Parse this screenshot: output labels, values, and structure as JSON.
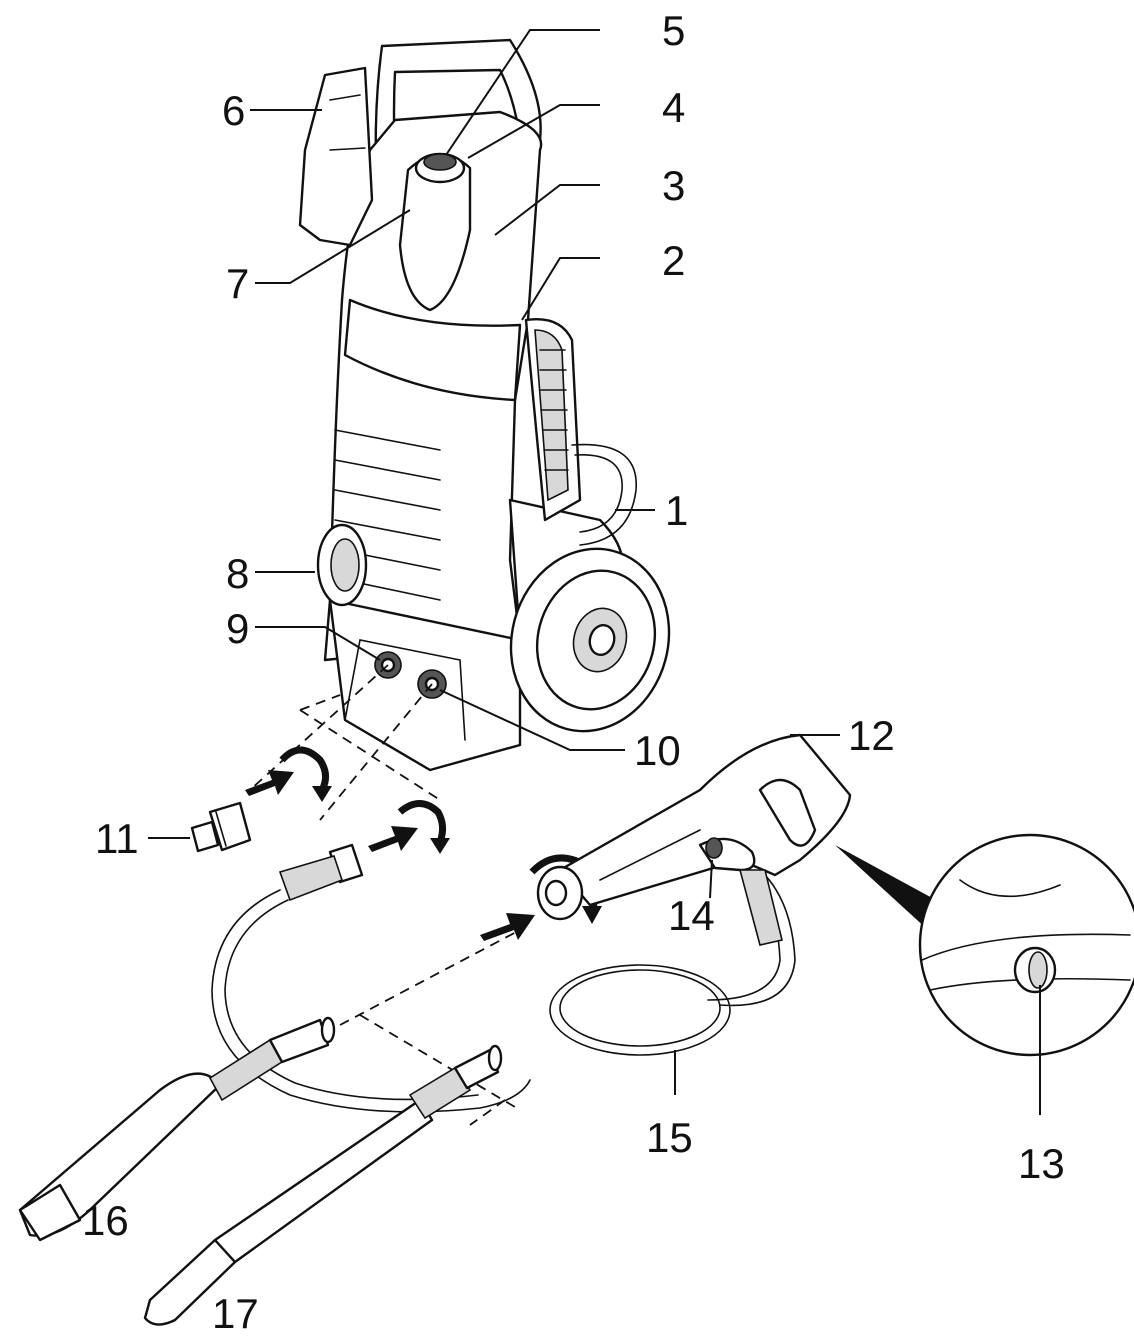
{
  "callouts": {
    "c1": "1",
    "c2": "2",
    "c3": "3",
    "c4": "4",
    "c5": "5",
    "c6": "6",
    "c7": "7",
    "c8": "8",
    "c9": "9",
    "c10": "10",
    "c11": "11",
    "c12": "12",
    "c13": "13",
    "c14": "14",
    "c15": "15",
    "c16": "16",
    "c17": "17"
  },
  "colors": {
    "ink": "#111111",
    "paper": "#ffffff",
    "shade": "#d8d8d8"
  }
}
